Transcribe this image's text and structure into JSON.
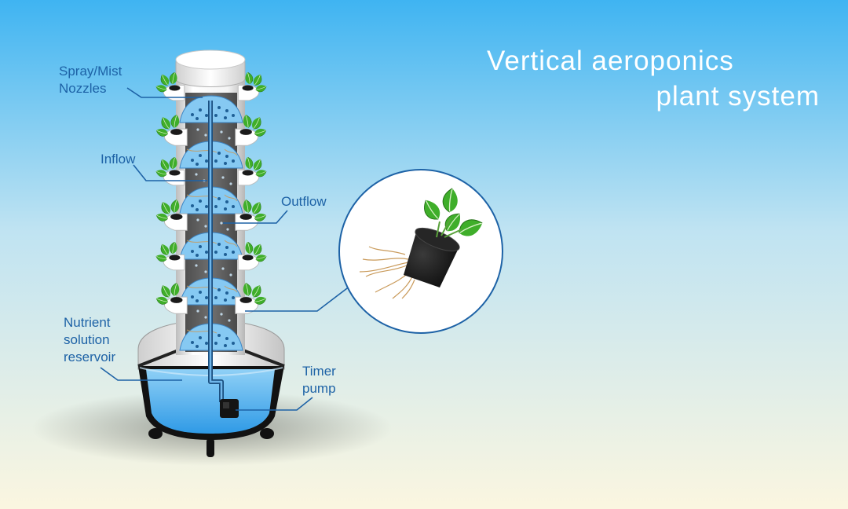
{
  "title": {
    "line1": "Vertical aeroponics",
    "line2": "plant system"
  },
  "labels": {
    "spray": [
      "Spray/Mist",
      "Nozzles"
    ],
    "inflow": [
      "Inflow"
    ],
    "outflow": [
      "Outflow"
    ],
    "reservoir": [
      "Nutrient",
      "solution",
      "reservoir"
    ],
    "pump": [
      "Timer",
      "pump"
    ]
  },
  "colors": {
    "background_top": "#3fb4f2",
    "background_bottom": "#fbf6e0",
    "label_text": "#1d62a6",
    "leader_line": "#1d62a6",
    "water": "#3ea8ee",
    "leaf": "#3fae2a",
    "pot": "#1a1a1a",
    "tower_white": "#f2f2f2"
  },
  "icons": {
    "plant_pot": "plant-pot-icon",
    "leaf": "leaf-icon",
    "pump": "pump-icon"
  }
}
